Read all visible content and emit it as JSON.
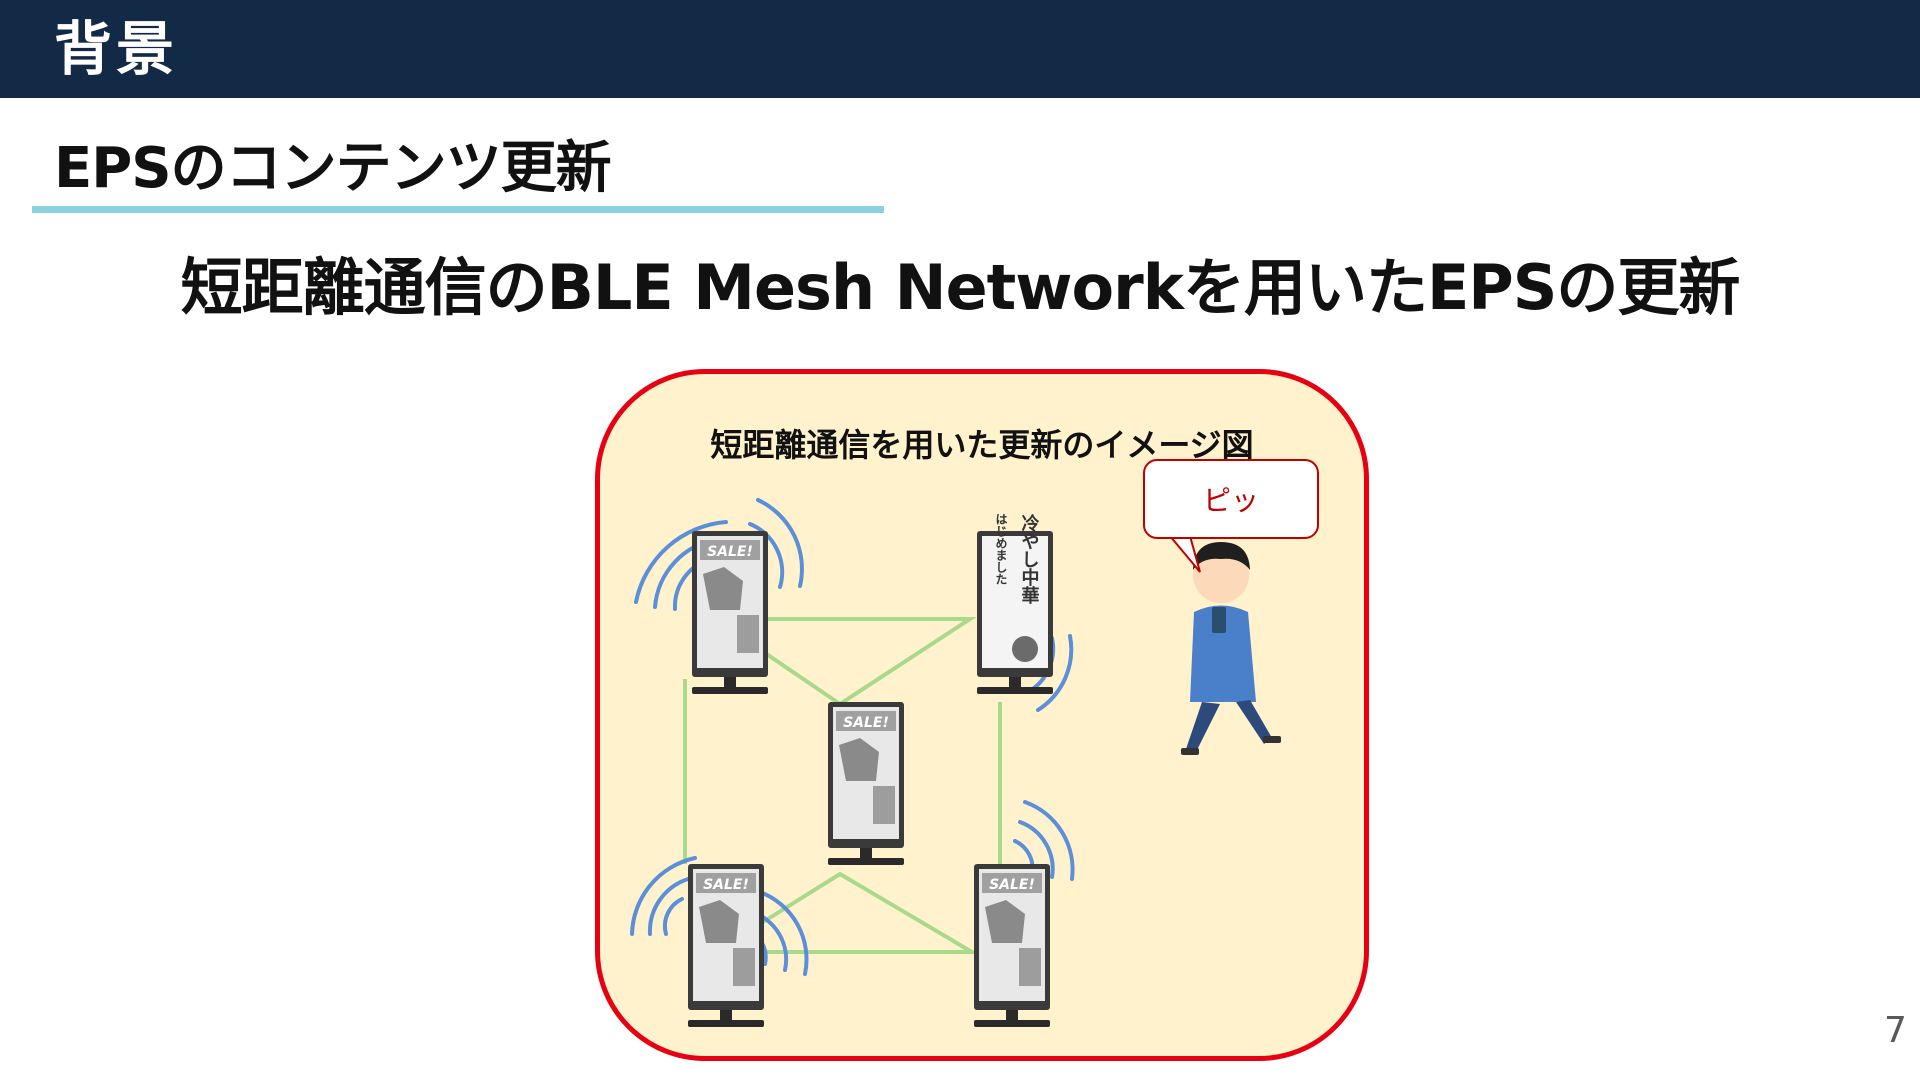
{
  "header": {
    "title": "背景"
  },
  "section": {
    "title": "EPSのコンテンツ更新"
  },
  "headline": "短距離通信のBLE Mesh Networkを用いたEPSの更新",
  "diagram": {
    "title": "短距離通信を用いた更新のイメージ図",
    "speech_bubble": "ピッ",
    "sale_sign_text": "SALE!",
    "menu_sign_lines": [
      "冷やし中華",
      "はじめました"
    ]
  },
  "page_number": "7",
  "colors": {
    "header_bg": "#132a46",
    "underline": "#8dd0e1",
    "frame_border": "#e60012",
    "frame_fill": "#fff2cc",
    "mesh_link": "#a9d98b",
    "signal_wave": "#5b8fd9",
    "bubble_text": "#c00000"
  }
}
